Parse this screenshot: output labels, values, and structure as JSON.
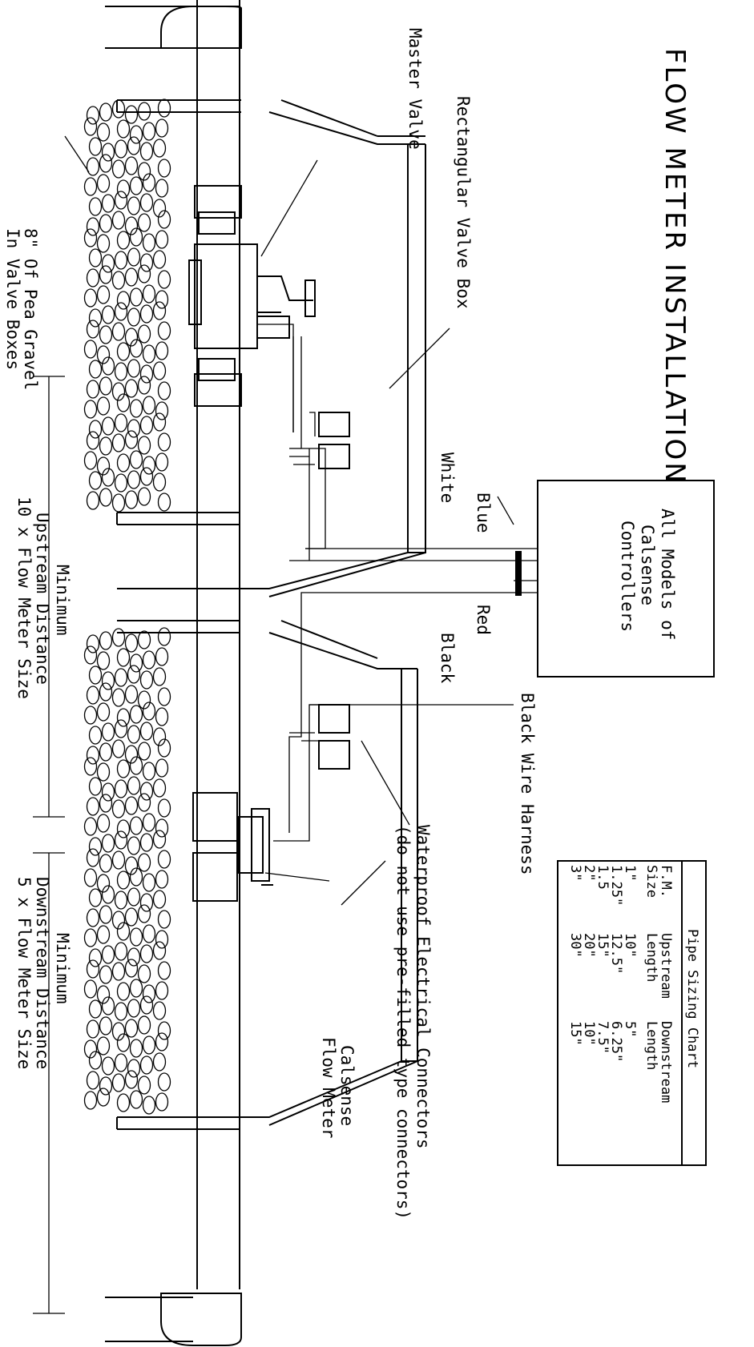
{
  "title": "FLOW METER INSTALLATION",
  "labels": {
    "master_valve": "Master Valve",
    "valve_box": "Rectangular Valve Box",
    "gravel_1": "8\" Of Pea Gravel",
    "gravel_2": "In Valve Boxes",
    "controller_1": "All Models of",
    "controller_2": "Calsense",
    "controller_3": "Controllers",
    "white": "White",
    "blue": "Blue",
    "red": "Red",
    "black": "Black",
    "harness": "Black Wire Harness",
    "connectors_1": "Waterproof Electrical Connectors",
    "connectors_2": "(do not use pre-filled type connectors)",
    "flow_meter_1": "Calsense",
    "flow_meter_2": "Flow Meter",
    "upstream_min": "Minimum",
    "upstream_1": "Upstream Distance",
    "upstream_2": "10 x Flow Meter Size",
    "downstream_min": "Minimum",
    "downstream_1": "Downstream Distance",
    "downstream_2": "5 x Flow Meter Size"
  },
  "pipe_chart": {
    "title": "Pipe Sizing Chart",
    "headers": [
      [
        "F.M.",
        "Size"
      ],
      [
        "Upstream",
        "Length"
      ],
      [
        "Downstream",
        "Length"
      ]
    ],
    "rows": [
      [
        "1\"",
        "10\"",
        "5\""
      ],
      [
        "1.25\"",
        "12.5\"",
        "6.25\""
      ],
      [
        "1.5",
        "15\"",
        "7.5\""
      ],
      [
        "2\"",
        "20\"",
        "10\""
      ],
      [
        "3\"",
        "30\"",
        "15\""
      ]
    ]
  }
}
